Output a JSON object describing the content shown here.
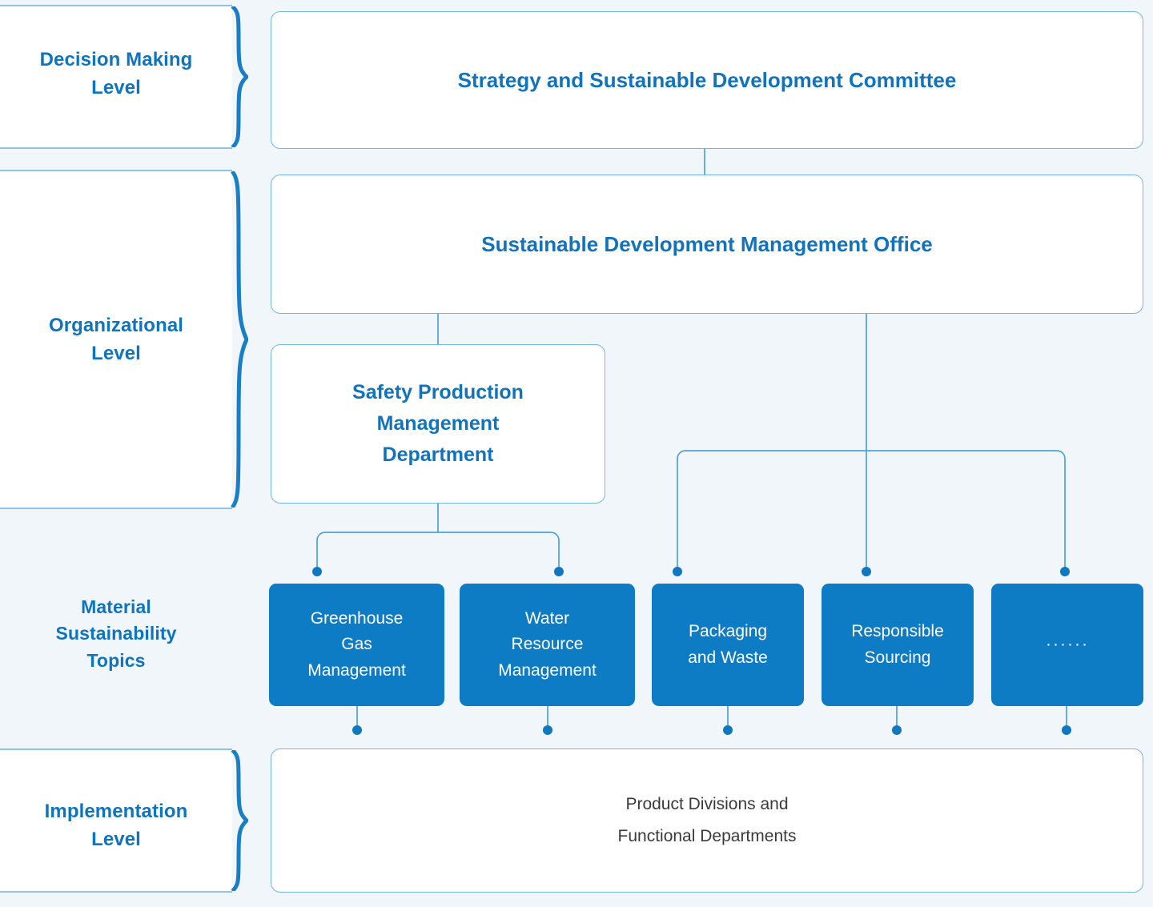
{
  "theme": {
    "background": "#f1f6fa",
    "panel_background": "#ffffff",
    "accent_blue": "#0d74bd",
    "topic_fill": "#0d7cc4",
    "outline_blue": "#73b6e0",
    "connector_blue": "#4ea2d9",
    "text_on_topic": "#ffffff",
    "implementation_text": "#3a3a3a"
  },
  "levels": [
    {
      "id": "decision-making",
      "label": "Decision Making\nLevel"
    },
    {
      "id": "organizational",
      "label": "Organizational\nLevel"
    },
    {
      "id": "material-topics",
      "label": "Material\nSustainability\nTopics"
    },
    {
      "id": "implementation",
      "label": "Implementation\nLevel"
    }
  ],
  "nodes": {
    "committee": "Strategy and Sustainable Development Committee",
    "management_office": "Sustainable Development Management Office",
    "safety_department": "Safety Production\nManagement\nDepartment",
    "implementation": "Product Divisions and\nFunctional Departments"
  },
  "topics": [
    {
      "id": "greenhouse-gas-management",
      "label": "Greenhouse\nGas\nManagement"
    },
    {
      "id": "water-resource-management",
      "label": "Water\nResource\nManagement"
    },
    {
      "id": "packaging-and-waste",
      "label": "Packaging\nand Waste"
    },
    {
      "id": "responsible-sourcing",
      "label": "Responsible\nSourcing"
    },
    {
      "id": "more-topics",
      "label": "······"
    }
  ]
}
